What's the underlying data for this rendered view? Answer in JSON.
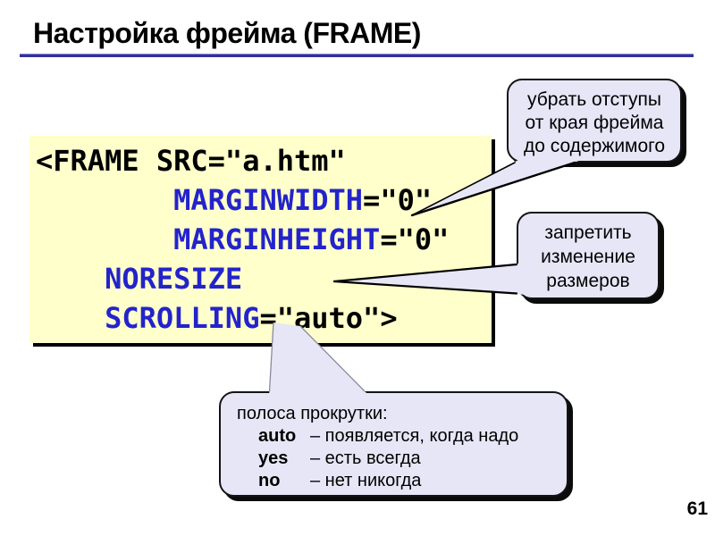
{
  "slide": {
    "title": "Настройка фрейма (FRAME)",
    "page_number": "61"
  },
  "colors": {
    "title_underline": "#31319C",
    "code_background": "#FFFFCC",
    "code_keyword_blue": "#2323CC",
    "code_text": "#000000",
    "callout_background": "#E6E6F7",
    "shadow": "#000000"
  },
  "code_block": {
    "lines": [
      {
        "pre": "",
        "kw": "",
        "rest": "<FRAME SRC=\"a.htm\""
      },
      {
        "pre": "        ",
        "kw": "MARGINWIDTH",
        "rest": "=\"0\""
      },
      {
        "pre": "        ",
        "kw": "MARGINHEIGHT",
        "rest": "=\"0\""
      },
      {
        "pre": "    ",
        "kw": "NORESIZE",
        "rest": ""
      },
      {
        "pre": "    ",
        "kw": "SCROLLING",
        "rest": "=\"auto\">"
      }
    ]
  },
  "callouts": {
    "margins": {
      "lines": [
        "убрать отступы",
        "от края фрейма",
        "до содержимого"
      ]
    },
    "noresize": {
      "lines": [
        "запретить",
        "изменение",
        "размеров"
      ]
    },
    "scrolling": {
      "title": "полоса прокрутки:",
      "rows": [
        {
          "key": "auto",
          "desc": "– появляется, когда надо"
        },
        {
          "key": "yes",
          "desc": "– есть всегда"
        },
        {
          "key": "no",
          "desc": "– нет никогда"
        }
      ]
    }
  }
}
